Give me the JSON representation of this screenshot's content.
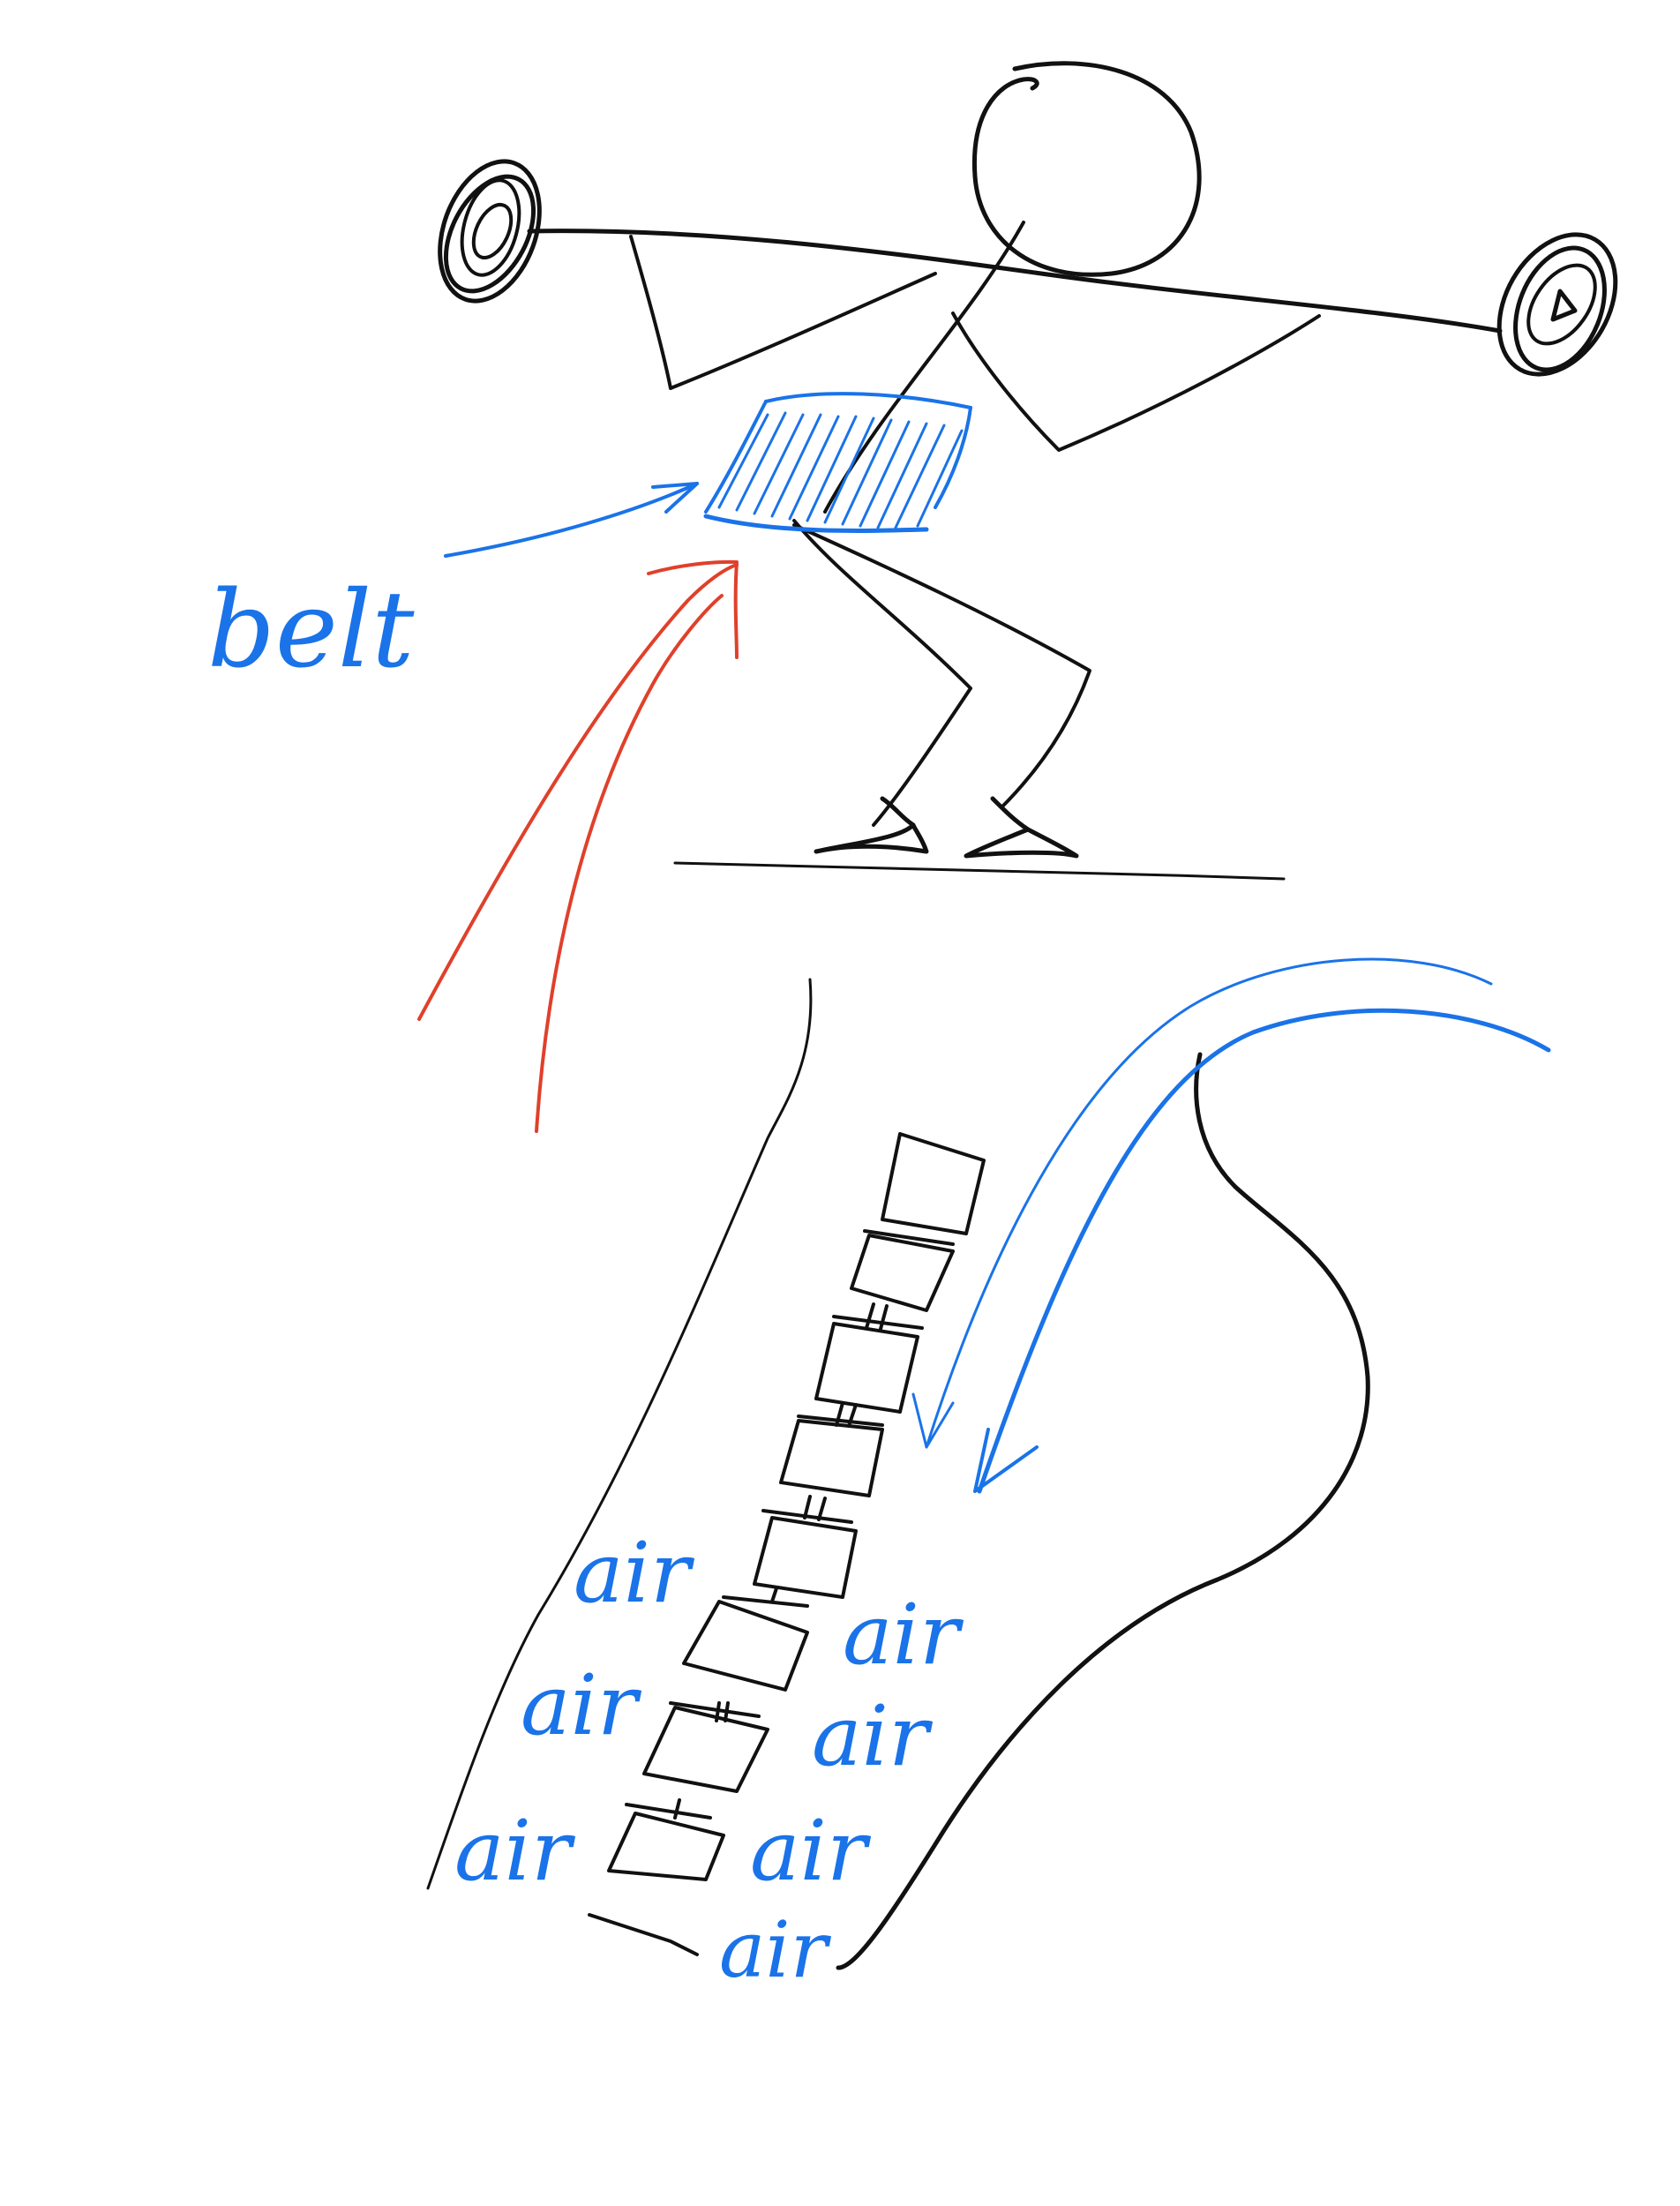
{
  "labels": {
    "belt": "belt",
    "air": [
      "air",
      "air",
      "air",
      "air",
      "air",
      "air",
      "air"
    ]
  },
  "colors": {
    "background": "#ffffff",
    "ink": "#111111",
    "blue": "#1a73e8",
    "red": "#e0402b"
  }
}
